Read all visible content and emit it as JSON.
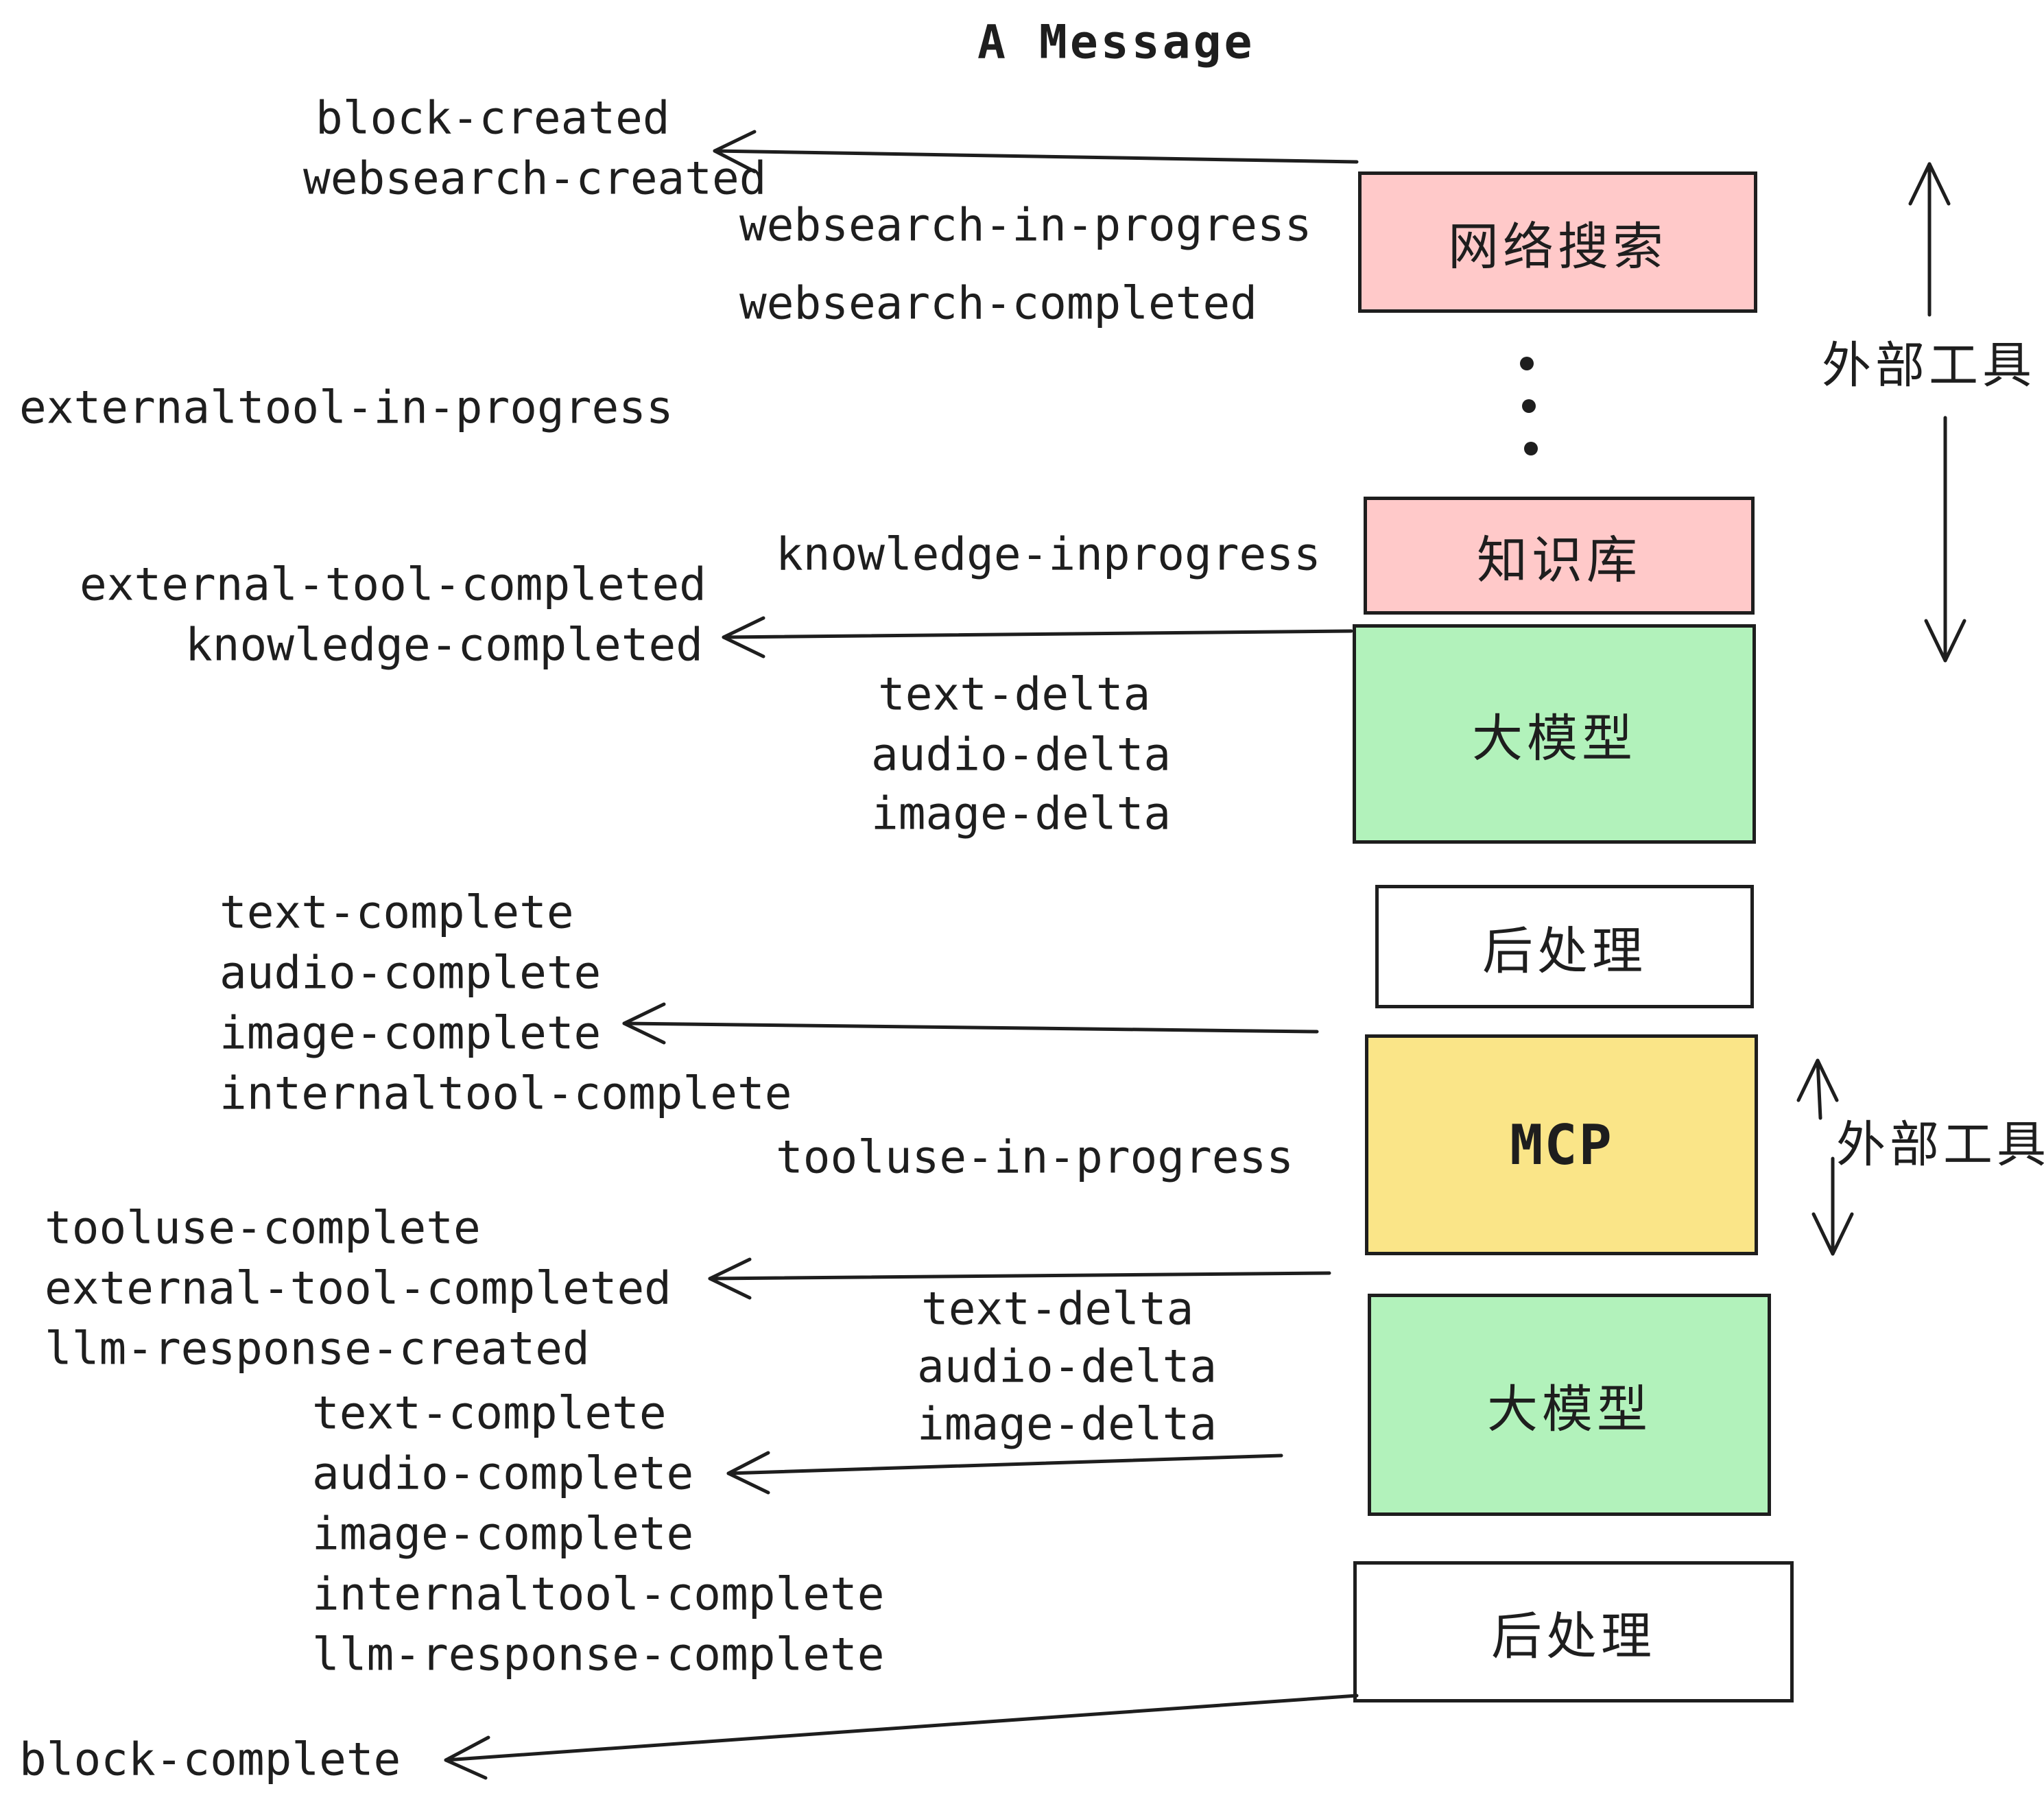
{
  "title": "A Message",
  "colors": {
    "box_pink": "#ffc9c9",
    "box_green": "#b2f2bb",
    "box_yellow": "#fae588",
    "box_white": "#ffffff",
    "ink": "#1e1e1e",
    "background": "#ffffff"
  },
  "boxes": [
    {
      "label": "网络搜索"
    },
    {
      "label": "知识库"
    },
    {
      "label": "大模型"
    },
    {
      "label": "后处理"
    },
    {
      "label": "MCP"
    },
    {
      "label": "大模型"
    },
    {
      "label": "后处理"
    }
  ],
  "side_labels": [
    {
      "label": "外部工具"
    },
    {
      "label": "外部工具"
    }
  ],
  "events": [
    {
      "label": "block-created"
    },
    {
      "label": "websearch-created"
    },
    {
      "label": "websearch-in-progress"
    },
    {
      "label": "websearch-completed"
    },
    {
      "label": "externaltool-in-progress"
    },
    {
      "label": "knowledge-inprogress"
    },
    {
      "label": "external-tool-completed"
    },
    {
      "label": "knowledge-completed"
    },
    {
      "label": "text-delta"
    },
    {
      "label": "audio-delta"
    },
    {
      "label": "image-delta"
    },
    {
      "label": "text-complete"
    },
    {
      "label": "audio-complete"
    },
    {
      "label": "image-complete"
    },
    {
      "label": "internaltool-complete"
    },
    {
      "label": "tooluse-in-progress"
    },
    {
      "label": "tooluse-complete"
    },
    {
      "label": "external-tool-completed"
    },
    {
      "label": "llm-response-created"
    },
    {
      "label": "text-complete"
    },
    {
      "label": "audio-complete"
    },
    {
      "label": "image-complete"
    },
    {
      "label": "internaltool-complete"
    },
    {
      "label": "llm-response-complete"
    },
    {
      "label": "text-delta"
    },
    {
      "label": "audio-delta"
    },
    {
      "label": "image-delta"
    },
    {
      "label": "block-complete"
    }
  ]
}
